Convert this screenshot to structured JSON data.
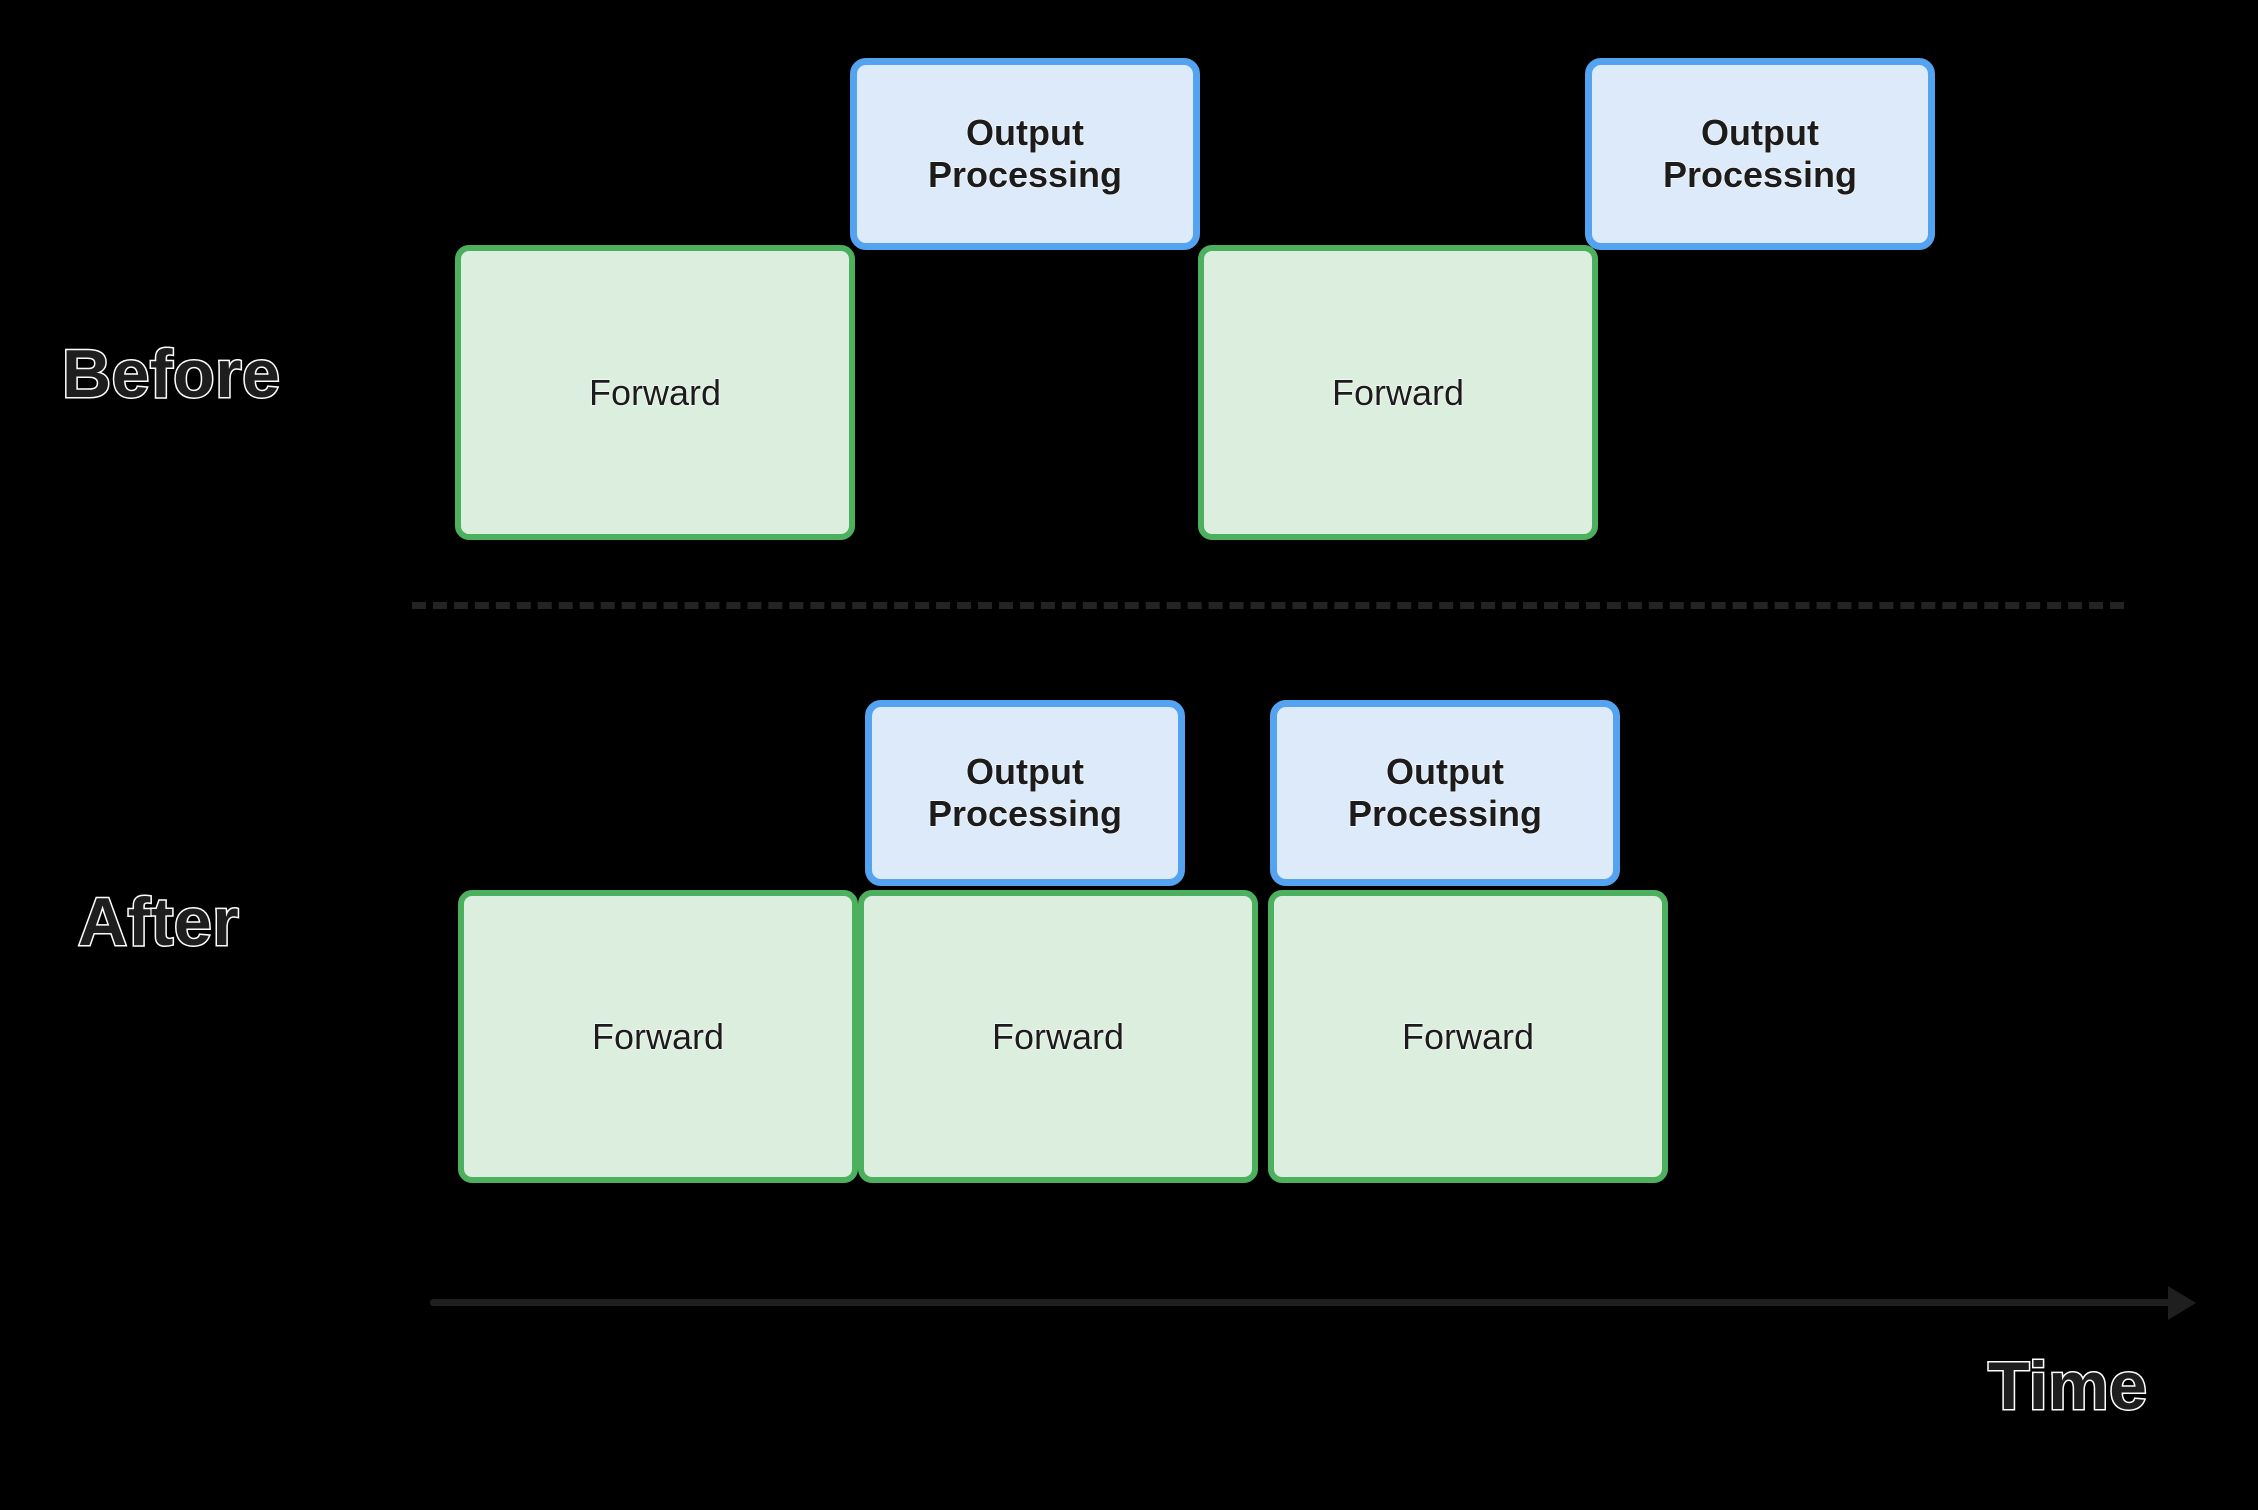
{
  "diagram": {
    "title_labels": {
      "before": "Before",
      "after": "After",
      "time": "Time"
    },
    "colors": {
      "background": "#000000",
      "forward_fill": "#dceede",
      "forward_border": "#4cb05f",
      "output_fill": "#dceaf9",
      "output_border": "#53a3f0",
      "divider": "#232323",
      "axis": "#1f1f1f",
      "label_fill": "#1e1e1e",
      "label_stroke": "#ffffff"
    },
    "rows": [
      {
        "name": "before",
        "label": "Before",
        "forward_boxes": [
          {
            "label": "Forward"
          },
          {
            "label": "Forward"
          }
        ],
        "output_boxes": [
          {
            "line1": "Output",
            "line2": "Processing"
          },
          {
            "line1": "Output",
            "line2": "Processing"
          }
        ]
      },
      {
        "name": "after",
        "label": "After",
        "forward_boxes": [
          {
            "label": "Forward"
          },
          {
            "label": "Forward"
          },
          {
            "label": "Forward"
          }
        ],
        "output_boxes": [
          {
            "line1": "Output",
            "line2": "Processing"
          },
          {
            "line1": "Output",
            "line2": "Processing"
          }
        ]
      }
    ],
    "axis": {
      "label": "Time"
    }
  }
}
